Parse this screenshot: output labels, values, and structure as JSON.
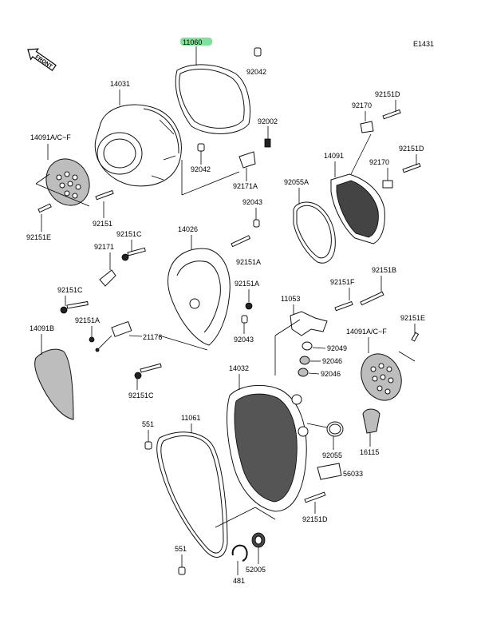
{
  "diagram": {
    "code": "E1431",
    "front_label": "FRONT",
    "highlighted_part": "11060",
    "labels": {
      "l11060": "11060",
      "l92042a": "92042",
      "l14031": "14031",
      "l92002": "92002",
      "l14091acf": "14091A/C~F",
      "l92042b": "92042",
      "l92171a": "92171A",
      "l92151": "92151",
      "l92151e_a": "92151E",
      "l92043a": "92043",
      "l92151c_a": "92151C",
      "l14026": "14026",
      "l92171": "92171",
      "l92151a_a": "92151A",
      "l92151c_b": "92151C",
      "l92151a_b": "92151A",
      "l92151a_c": "92151A",
      "l14091b": "14091B",
      "l21176": "21176",
      "l92043b": "92043",
      "l92151c_c": "92151C",
      "l92151d_a": "92151D",
      "l92170a": "92170",
      "l14091": "14091",
      "l92151d_b": "92151D",
      "l92055a": "92055A",
      "l92170b": "92170",
      "l92151b": "92151B",
      "l92151f": "92151F",
      "l11053": "11053",
      "l92049": "92049",
      "l92046a": "92046",
      "l92046b": "92046",
      "l14032": "14032",
      "l92151e_b": "92151E",
      "l14091acf_b": "14091A/C~F",
      "l551a": "551",
      "l11061": "11061",
      "l92055": "92055",
      "l16115": "16115",
      "l56033": "56033",
      "l92151d_c": "92151D",
      "l551b": "551",
      "l481": "481",
      "l52005": "52005"
    }
  }
}
